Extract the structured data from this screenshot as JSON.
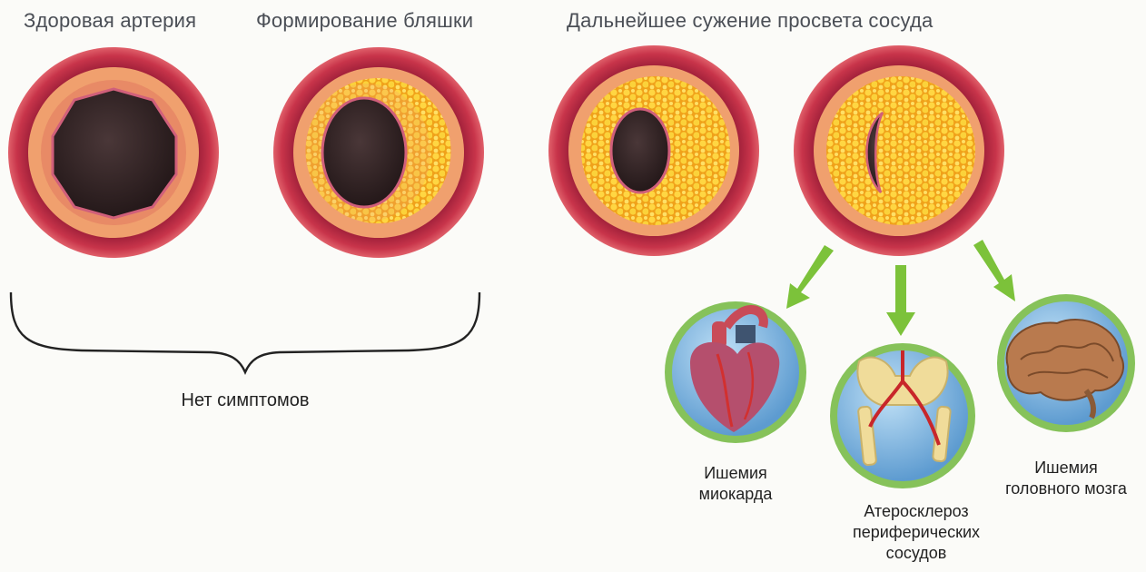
{
  "titles": {
    "healthy": "Здоровая артерия",
    "plaque_forming": "Формирование бляшки",
    "narrowing": "Дальнейшее сужение просвета сосуда"
  },
  "no_symptoms": "Нет симптомов",
  "consequences": {
    "myocardial": [
      "Ишемия",
      "миокарда"
    ],
    "peripheral": [
      "Атеросклероз",
      "периферических",
      "сосудов"
    ],
    "cerebral": [
      "Ишемия",
      "головного мозга"
    ]
  },
  "colors": {
    "artery_outer": "#c8344a",
    "artery_wall": "#e9a06b",
    "plaque": "#f5c21e",
    "lumen": "#3a2b2c",
    "arrow": "#7cc23a",
    "badge_bg": "#8cc0e6",
    "badge_ring": "#86c25a"
  }
}
